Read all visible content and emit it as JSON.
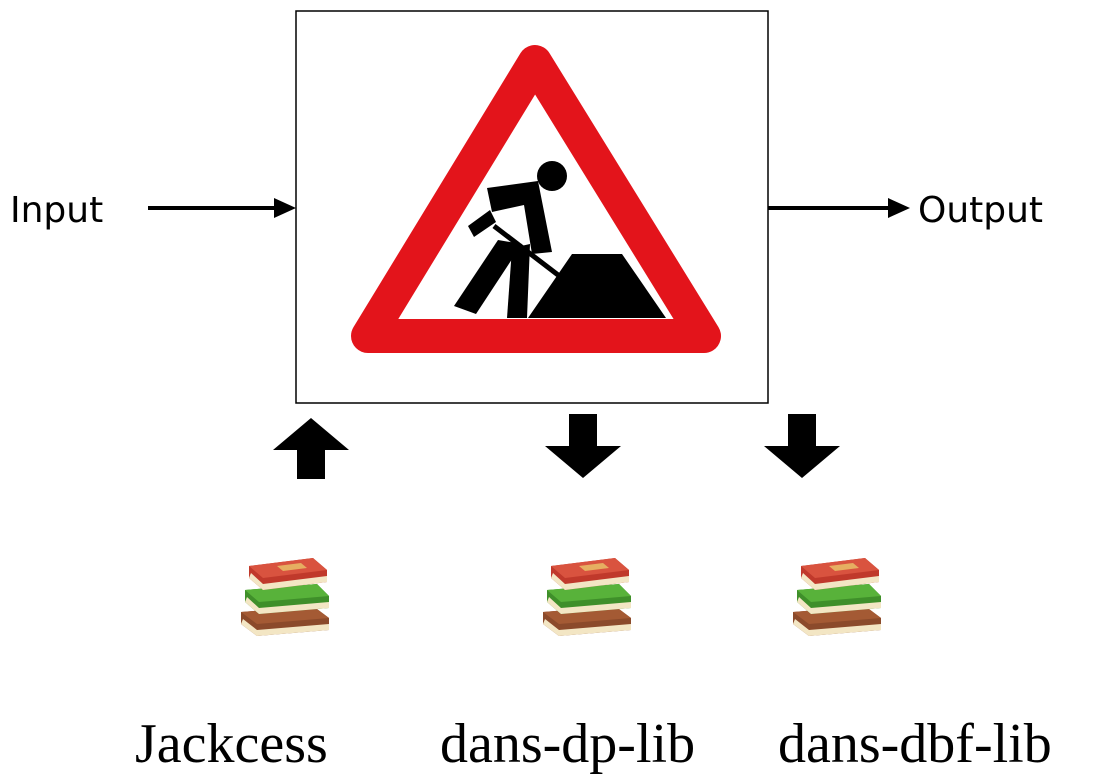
{
  "diagram": {
    "input_label": "Input",
    "output_label": "Output",
    "process_icon": "roadworks-warning-sign-icon",
    "library_icon": "stack-of-books-icon",
    "libraries": [
      {
        "label": "Jackcess",
        "arrow": "up"
      },
      {
        "label": "dans-dp-lib",
        "arrow": "down"
      },
      {
        "label": "dans-dbf-lib",
        "arrow": "down"
      }
    ],
    "colors": {
      "sign_border": "#e3141b",
      "figure": "#000000",
      "book_red": "#c0392b",
      "book_green": "#3f8f2a",
      "book_brown": "#8b4a2b"
    }
  }
}
